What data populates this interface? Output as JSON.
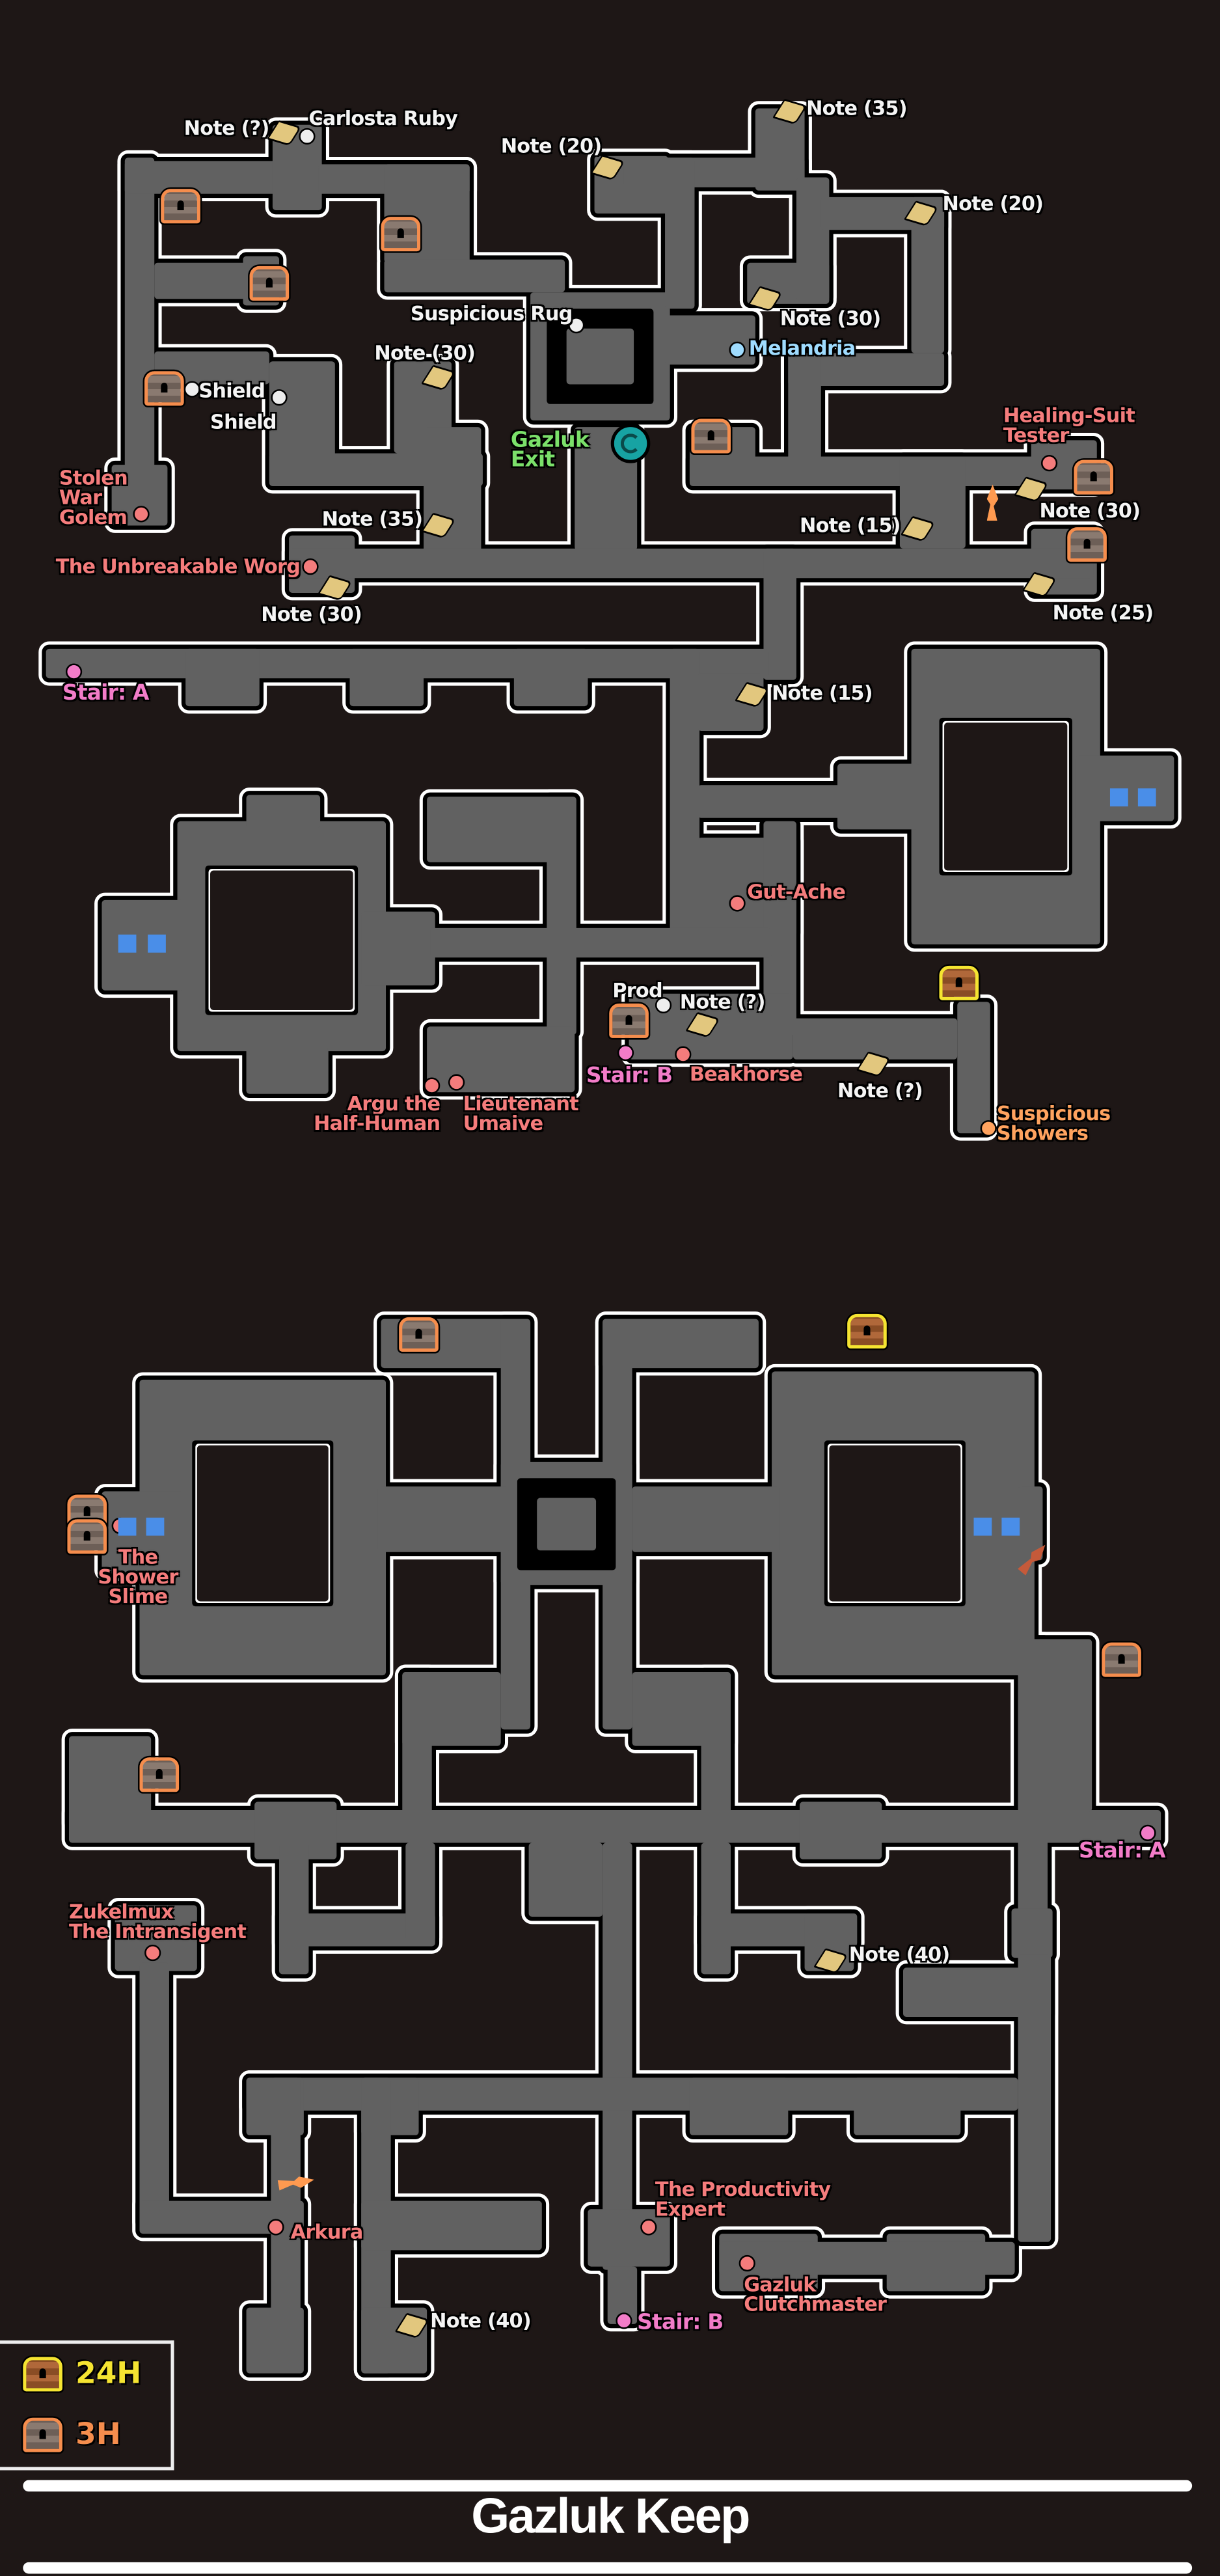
{
  "title": "Gazluk Keep",
  "legend": [
    {
      "label": "24H",
      "chest": "gold-chest",
      "color": "#f5e431"
    },
    {
      "label": "3H",
      "chest": "bronze-chest",
      "color": "#f58d4d"
    }
  ],
  "colors": {
    "background": "#1e1716",
    "floor": "#616161",
    "boss": "#f47c7c",
    "stair": "#f27cc8",
    "npc": "#9fdcff",
    "exit": "#7be06a",
    "event": "#ffa35f"
  },
  "labels": [
    "Note (?)",
    "Carlosta Ruby",
    "Note (20)",
    "Note (35)",
    "Note (20)",
    "Suspicious Rug",
    "Note (30)",
    "Melandria",
    "Note (30)",
    "Shield",
    "Shield",
    "Gazluk\nExit",
    "Healing-Suit\nTester",
    "Stolen\nWar\nGolem",
    "Note (35)",
    "Note (15)",
    "Note (30)",
    "The Unbreakable Worg",
    "Note (30)",
    "Note (25)",
    "Stair: A",
    "Note (15)",
    "Gut-Ache",
    "Prod",
    "Note (?)",
    "Stair: B",
    "Beakhorse",
    "Note (?)",
    "Argu the\nHalf-Human",
    "Lieutenant\nUmaive",
    "Suspicious\nShowers",
    "The\nShower\nSlime",
    "Stair: A",
    "Zukelmux\nThe Intransigent",
    "Note (40)",
    "The Productivity\nExpert",
    "Arkura",
    "Gazluk\nClutchmaster",
    "Note (40)",
    "Stair: B"
  ]
}
